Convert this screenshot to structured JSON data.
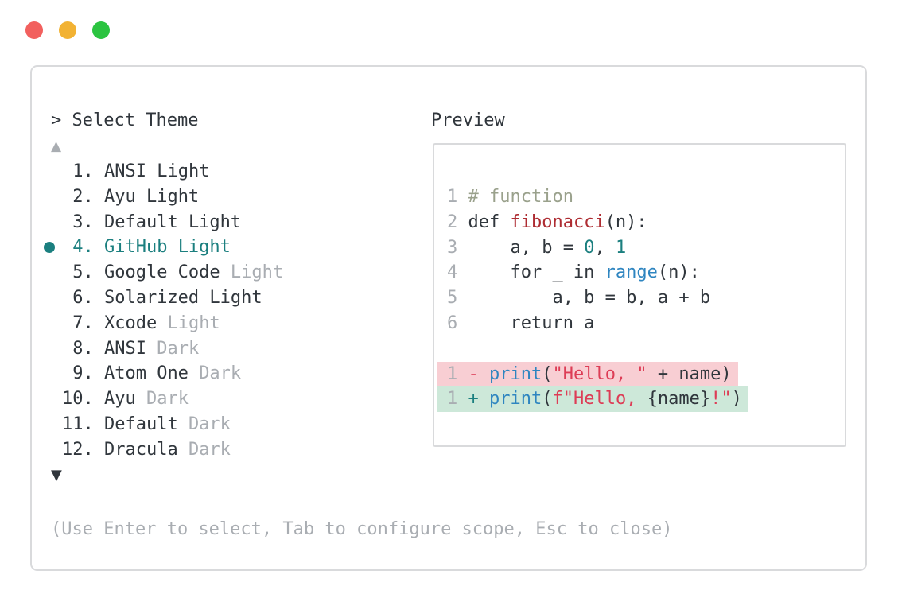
{
  "colors": {
    "traffic_red": "#f2605e",
    "traffic_yellow": "#f2b233",
    "traffic_green": "#2bc440",
    "accent_teal": "#1b7f7f",
    "text_dark": "#30363c",
    "text_muted": "#a9adb2",
    "comment": "#9aa18c",
    "func_red": "#ae2c32",
    "string_red": "#dd3d56",
    "keyword_blue": "#2e85c0",
    "diff_removed_bg": "#f8ced3",
    "diff_added_bg": "#cde8d9",
    "border": "#d9dadc"
  },
  "prompt": {
    "caret": ">",
    "title": "Select Theme"
  },
  "list": {
    "up_arrow": "▲",
    "down_arrow": "▼",
    "items": [
      {
        "number": "1.",
        "name": "ANSI",
        "suffix": "Light",
        "suffix_muted": false,
        "selected": false
      },
      {
        "number": "2.",
        "name": "Ayu",
        "suffix": "Light",
        "suffix_muted": false,
        "selected": false
      },
      {
        "number": "3.",
        "name": "Default",
        "suffix": "Light",
        "suffix_muted": false,
        "selected": false
      },
      {
        "number": "4.",
        "name": "GitHub",
        "suffix": "Light",
        "suffix_muted": false,
        "selected": true
      },
      {
        "number": "5.",
        "name": "Google Code",
        "suffix": "Light",
        "suffix_muted": true,
        "selected": false
      },
      {
        "number": "6.",
        "name": "Solarized",
        "suffix": "Light",
        "suffix_muted": false,
        "selected": false
      },
      {
        "number": "7.",
        "name": "Xcode",
        "suffix": "Light",
        "suffix_muted": true,
        "selected": false
      },
      {
        "number": "8.",
        "name": "ANSI",
        "suffix": "Dark",
        "suffix_muted": true,
        "selected": false
      },
      {
        "number": "9.",
        "name": "Atom One",
        "suffix": "Dark",
        "suffix_muted": true,
        "selected": false
      },
      {
        "number": "10.",
        "name": "Ayu",
        "suffix": "Dark",
        "suffix_muted": true,
        "selected": false
      },
      {
        "number": "11.",
        "name": "Default",
        "suffix": "Dark",
        "suffix_muted": true,
        "selected": false
      },
      {
        "number": "12.",
        "name": "Dracula",
        "suffix": "Dark",
        "suffix_muted": true,
        "selected": false
      }
    ]
  },
  "preview": {
    "label": "Preview",
    "lines": [
      {
        "num": "1",
        "bg": "none",
        "segments": [
          {
            "t": "# function",
            "c": "comment"
          }
        ]
      },
      {
        "num": "2",
        "bg": "none",
        "segments": [
          {
            "t": "def ",
            "c": "text"
          },
          {
            "t": "fibonacci",
            "c": "func"
          },
          {
            "t": "(n):",
            "c": "text"
          }
        ]
      },
      {
        "num": "3",
        "bg": "none",
        "segments": [
          {
            "t": "    a, b = ",
            "c": "text"
          },
          {
            "t": "0",
            "c": "num"
          },
          {
            "t": ", ",
            "c": "text"
          },
          {
            "t": "1",
            "c": "num"
          }
        ]
      },
      {
        "num": "4",
        "bg": "none",
        "segments": [
          {
            "t": "    for _ in ",
            "c": "text"
          },
          {
            "t": "range",
            "c": "blue"
          },
          {
            "t": "(n):",
            "c": "text"
          }
        ]
      },
      {
        "num": "5",
        "bg": "none",
        "segments": [
          {
            "t": "        a, b = b, a + b",
            "c": "text"
          }
        ]
      },
      {
        "num": "6",
        "bg": "none",
        "segments": [
          {
            "t": "    return a",
            "c": "text"
          }
        ]
      },
      {
        "num": "",
        "bg": "none",
        "segments": []
      },
      {
        "num": "1",
        "bg": "removed",
        "segments": [
          {
            "t": "- ",
            "c": "minus"
          },
          {
            "t": "print",
            "c": "blue"
          },
          {
            "t": "(",
            "c": "text"
          },
          {
            "t": "\"Hello, \"",
            "c": "string"
          },
          {
            "t": " + name)",
            "c": "text"
          }
        ]
      },
      {
        "num": "1",
        "bg": "added",
        "segments": [
          {
            "t": "+ ",
            "c": "plus"
          },
          {
            "t": "print",
            "c": "blue"
          },
          {
            "t": "(",
            "c": "text"
          },
          {
            "t": "f\"Hello, ",
            "c": "string"
          },
          {
            "t": "{name}",
            "c": "text"
          },
          {
            "t": "!\"",
            "c": "string"
          },
          {
            "t": ")",
            "c": "text"
          }
        ]
      }
    ]
  },
  "footer": {
    "hint": "(Use Enter to select, Tab to configure scope, Esc to close)"
  }
}
